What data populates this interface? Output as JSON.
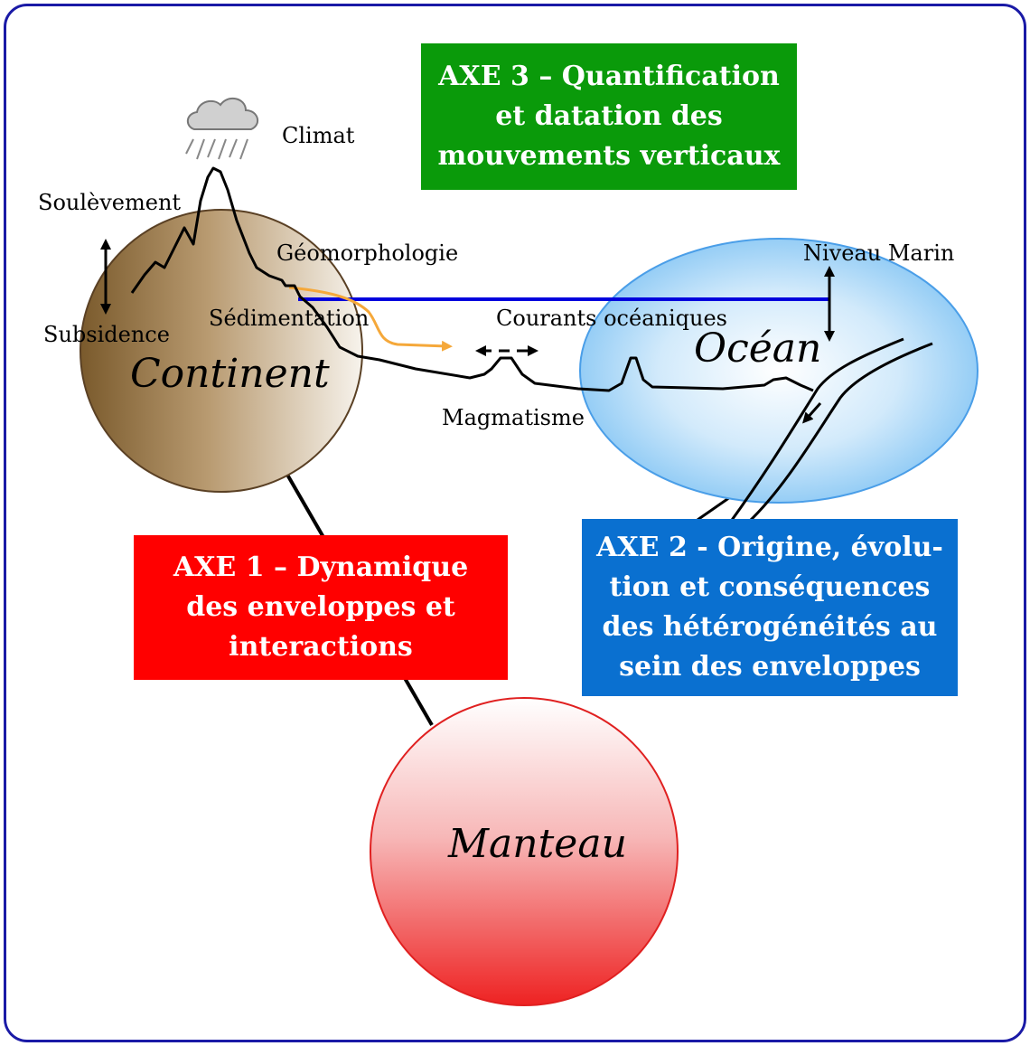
{
  "axes": {
    "axe1": {
      "lines": [
        "AXE 1 –  Dynamique",
        "des enveloppes et",
        "interactions"
      ],
      "color": "#ff0000"
    },
    "axe2": {
      "lines": [
        "AXE 2 - Origine, évolu-",
        "tion et conséquences",
        "des hétérogénéités au",
        "sein des enveloppes"
      ],
      "color": "#0a70d0"
    },
    "axe3": {
      "lines": [
        "AXE 3 – Quantification",
        "et datation des",
        "mouvements verticaux"
      ],
      "color": "#0a9a0a"
    }
  },
  "envelopes": {
    "continent": "Continent",
    "ocean": "Océan",
    "manteau": "Manteau"
  },
  "labels": {
    "climat": "Climat",
    "soulevement": "Soulèvement",
    "subsidence": "Subsidence",
    "geomorphologie": "Géomorphologie",
    "sedimentation": "Sédimentation",
    "courants": "Courants océaniques",
    "niveau_marin": "Niveau Marin",
    "magmatisme": "Magmatisme"
  },
  "colors": {
    "frame": "#1a1aa6",
    "sea_level": "#0000dd",
    "sediment_arrow": "#f5a83a"
  }
}
